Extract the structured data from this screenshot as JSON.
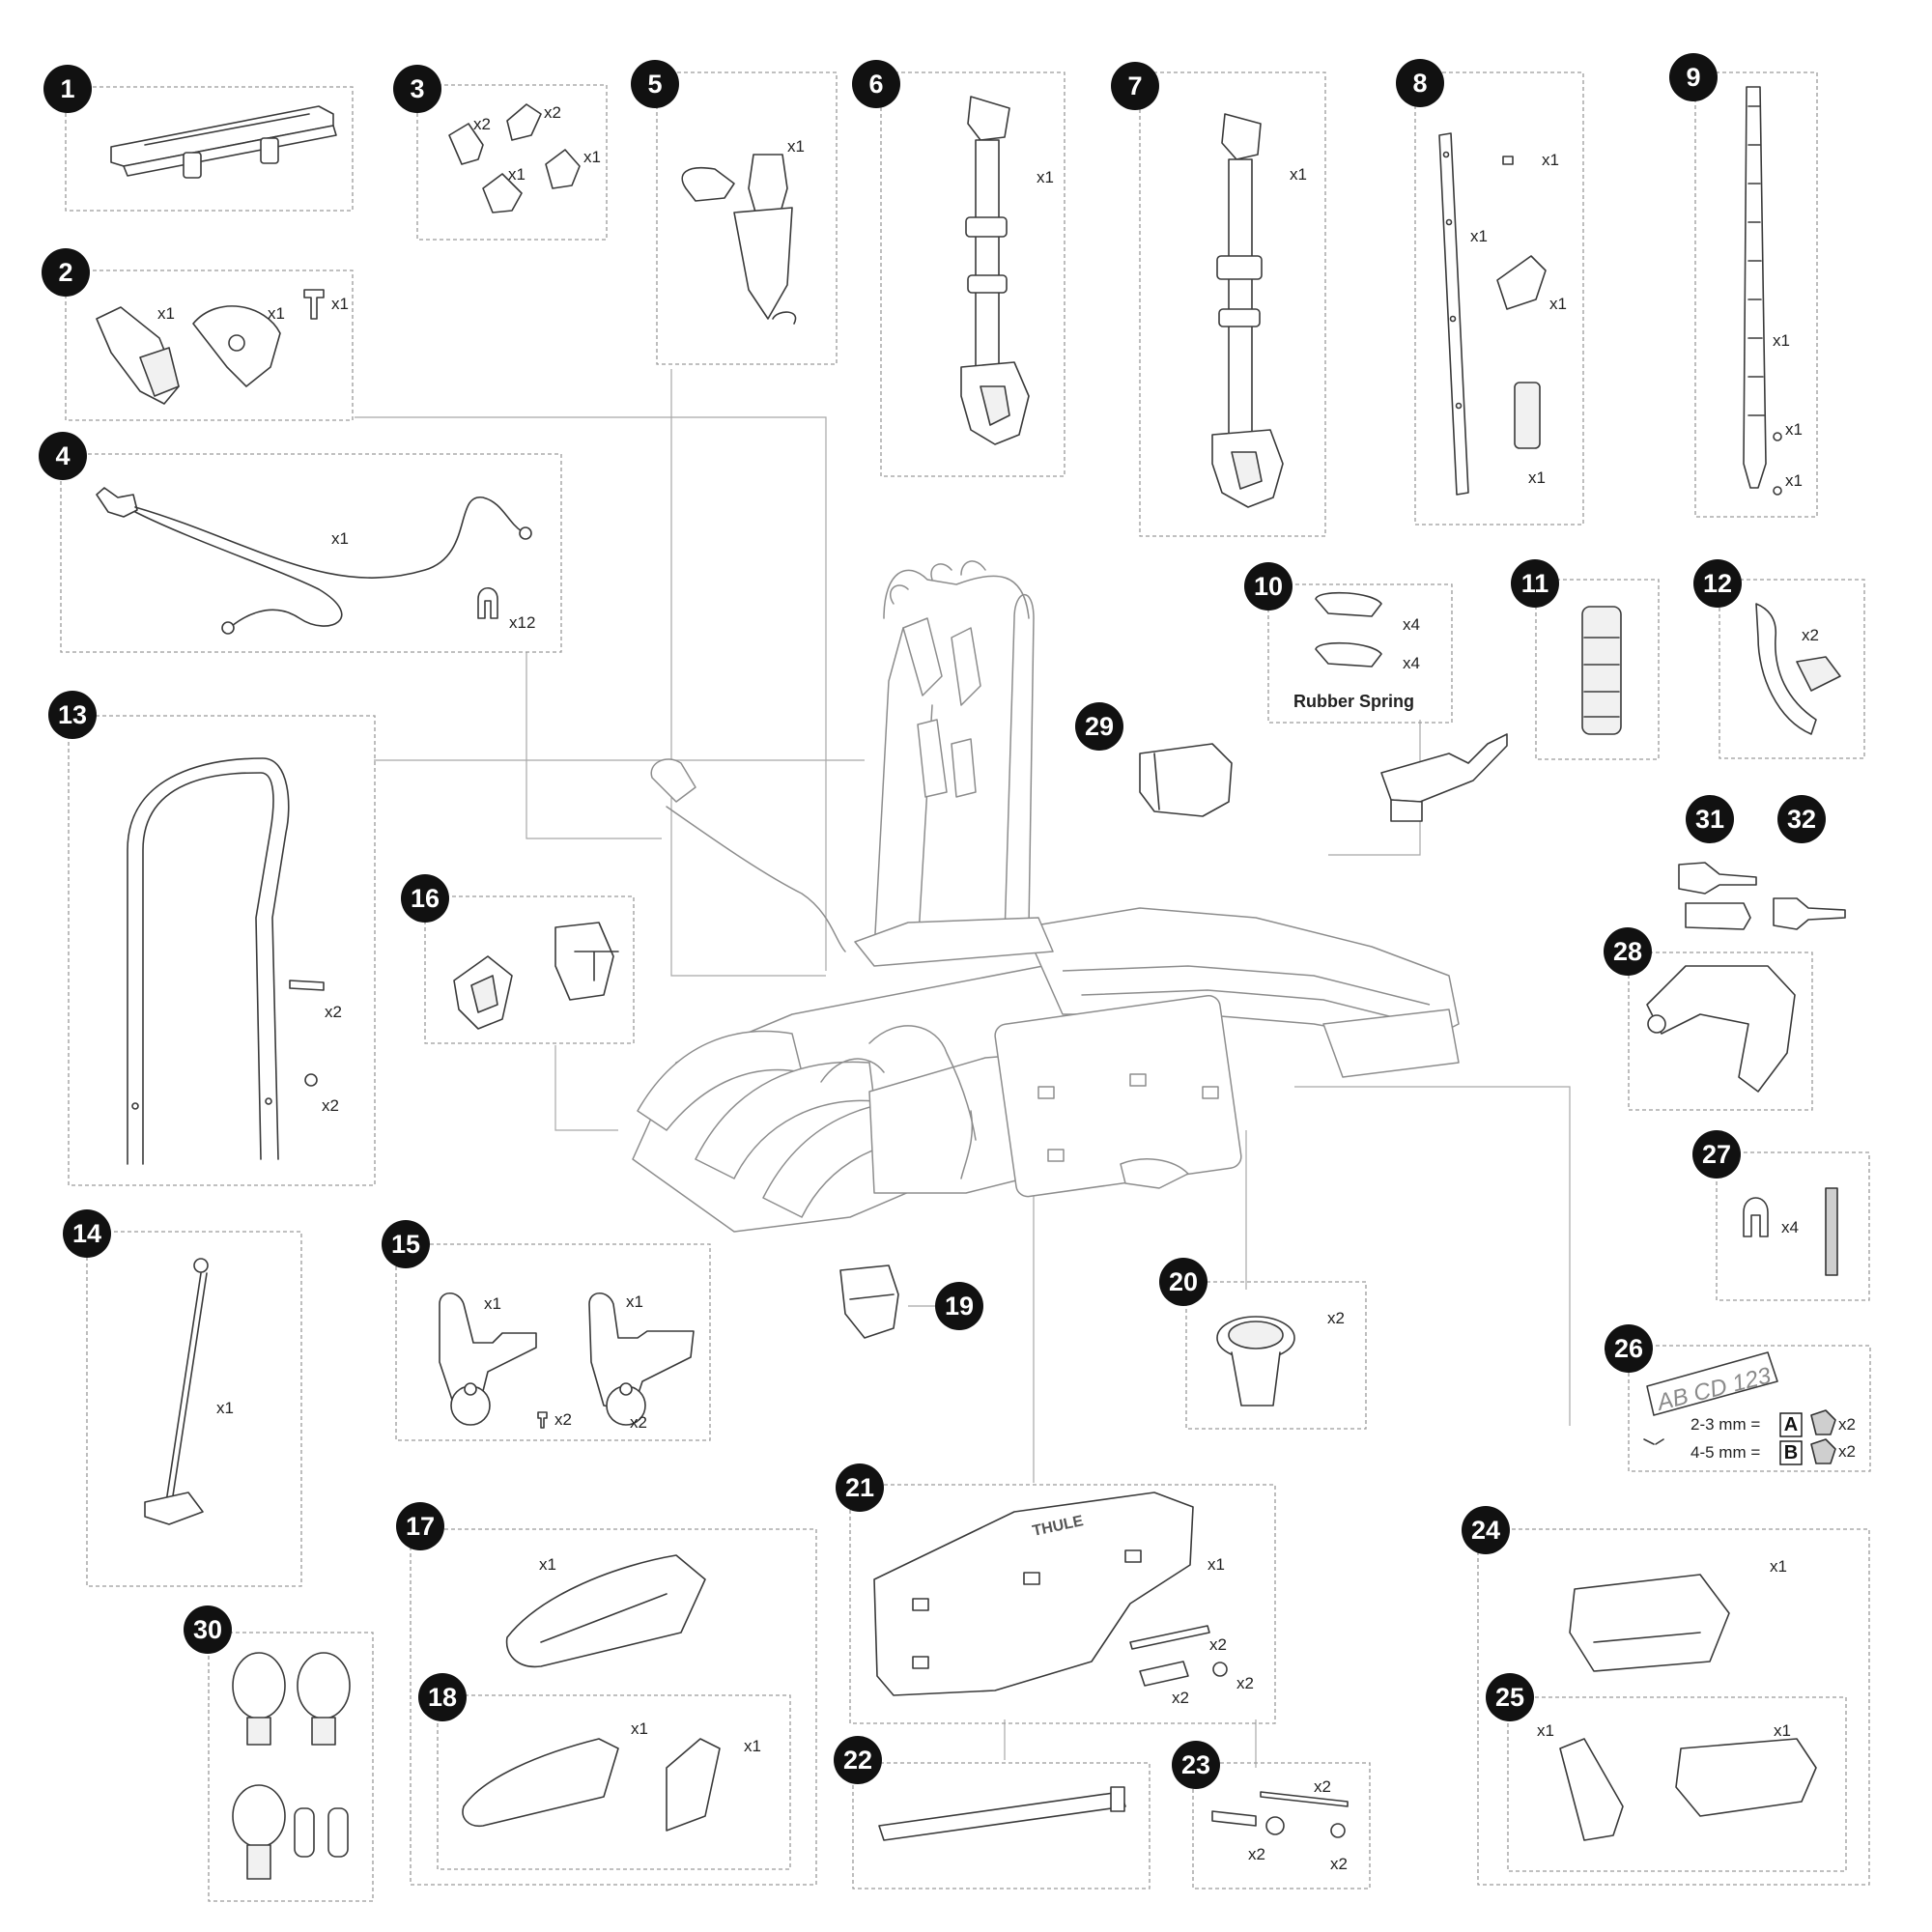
{
  "parts": [
    {
      "id": "1",
      "label": "1",
      "quantities": []
    },
    {
      "id": "2",
      "label": "2",
      "quantities": [
        "x1",
        "x1",
        "x1"
      ]
    },
    {
      "id": "3",
      "label": "3",
      "quantities": [
        "x2",
        "x2",
        "x1",
        "x1"
      ]
    },
    {
      "id": "4",
      "label": "4",
      "quantities": [
        "x1",
        "x12"
      ]
    },
    {
      "id": "5",
      "label": "5",
      "quantities": [
        "x1"
      ]
    },
    {
      "id": "6",
      "label": "6",
      "quantities": [
        "x1"
      ]
    },
    {
      "id": "7",
      "label": "7",
      "quantities": [
        "x1"
      ]
    },
    {
      "id": "8",
      "label": "8",
      "quantities": [
        "x1",
        "x1",
        "x1",
        "x1"
      ]
    },
    {
      "id": "9",
      "label": "9",
      "quantities": [
        "x1",
        "x1",
        "x1"
      ]
    },
    {
      "id": "10",
      "label": "10",
      "quantities": [
        "x4",
        "x4"
      ],
      "caption": "Rubber Spring"
    },
    {
      "id": "11",
      "label": "11",
      "quantities": []
    },
    {
      "id": "12",
      "label": "12",
      "quantities": [
        "x2"
      ]
    },
    {
      "id": "13",
      "label": "13",
      "quantities": [
        "x2",
        "x2"
      ]
    },
    {
      "id": "14",
      "label": "14",
      "quantities": [
        "x1"
      ]
    },
    {
      "id": "15",
      "label": "15",
      "quantities": [
        "x1",
        "x1",
        "x2",
        "x2"
      ]
    },
    {
      "id": "16",
      "label": "16",
      "quantities": []
    },
    {
      "id": "17",
      "label": "17",
      "quantities": [
        "x1"
      ]
    },
    {
      "id": "18",
      "label": "18",
      "quantities": [
        "x1",
        "x1"
      ]
    },
    {
      "id": "19",
      "label": "19",
      "quantities": []
    },
    {
      "id": "20",
      "label": "20",
      "quantities": [
        "x2"
      ]
    },
    {
      "id": "21",
      "label": "21",
      "quantities": [
        "x1",
        "x2",
        "x2",
        "x2"
      ]
    },
    {
      "id": "22",
      "label": "22",
      "quantities": []
    },
    {
      "id": "23",
      "label": "23",
      "quantities": [
        "x2",
        "x2",
        "x2"
      ]
    },
    {
      "id": "24",
      "label": "24",
      "quantities": [
        "x1"
      ]
    },
    {
      "id": "25",
      "label": "25",
      "quantities": [
        "x1",
        "x1"
      ]
    },
    {
      "id": "26",
      "label": "26",
      "quantities": [
        "x2",
        "x2"
      ],
      "plate_text": "AB CD 123",
      "spec_a": "2-3 mm =",
      "spec_a_letter": "A",
      "spec_b": "4-5 mm =",
      "spec_b_letter": "B"
    },
    {
      "id": "27",
      "label": "27",
      "quantities": [
        "x4"
      ]
    },
    {
      "id": "28",
      "label": "28",
      "quantities": []
    },
    {
      "id": "29",
      "label": "29",
      "quantities": []
    },
    {
      "id": "30",
      "label": "30",
      "quantities": []
    },
    {
      "id": "31",
      "label": "31",
      "quantities": []
    },
    {
      "id": "32",
      "label": "32",
      "quantities": []
    }
  ],
  "brand": "THULE"
}
